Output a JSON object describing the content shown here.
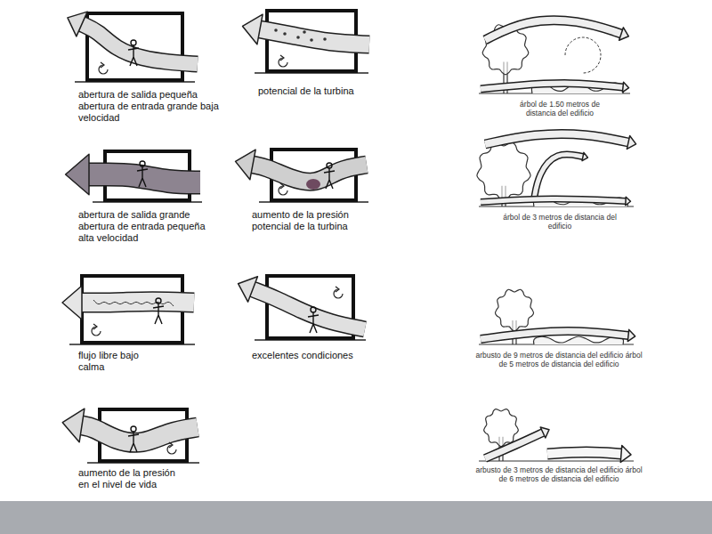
{
  "diagram": {
    "labels": [
      "abertura de salida pequeña abertura de entrada grande baja velocidad",
      "potencial de la turbina",
      "abertura de salida grande abertura de entrada pequeña alta velocidad",
      "aumento de la presión potencial de la turbina",
      "flujo libre bajo calma",
      "excelentes condiciones",
      "aumento de la presión en el nivel de vida",
      "árbol de 1.50 metros de distancia del edificio",
      "árbol de 3 metros de distancia del edificio",
      "arbusto de 9 metros de distancia del edificio árbol de 5 metros de distancia del edificio",
      "arbusto de 3 metros de distancia del edificio árbol de 6 metros de distancia del edificio"
    ]
  }
}
